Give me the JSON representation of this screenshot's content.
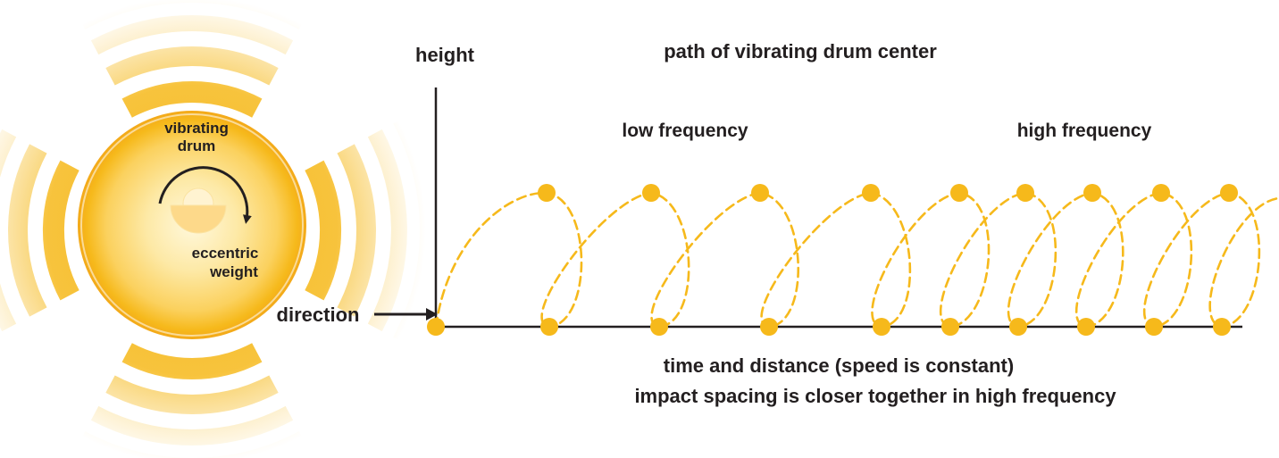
{
  "drum": {
    "title_line1": "vibrating",
    "title_line2": "drum",
    "weight_line1": "eccentric",
    "weight_line2": "weight"
  },
  "labels": {
    "height": "height",
    "title": "path of vibrating drum center",
    "low_frequency": "low frequency",
    "high_frequency": "high frequency",
    "direction": "direction",
    "footer_line1": "time and distance (speed is constant)",
    "footer_line2": "impact spacing is closer together in high frequency"
  },
  "colors": {
    "accent": "#f6b91b",
    "drum_light": "#fff3cc",
    "drum_mid": "#fbd46a",
    "text": "#231f20",
    "axis": "#231f20"
  },
  "icons": {
    "rotation": "clockwise-arrow-icon",
    "weight": "half-disc-weight-icon",
    "direction": "right-arrow-icon"
  }
}
